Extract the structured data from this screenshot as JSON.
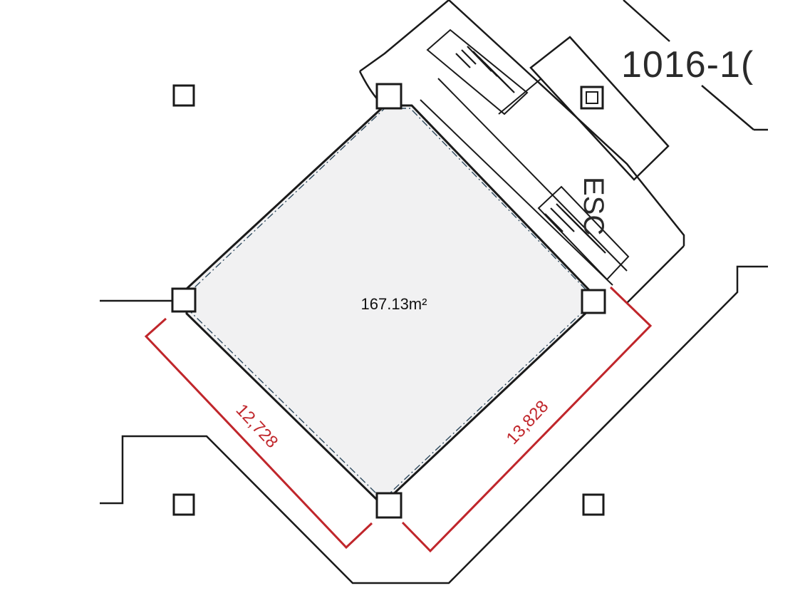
{
  "area_label": "167.13m²",
  "room_number": "1016-1(",
  "escalator_label": "ESC",
  "dimensions": {
    "left": "12,728",
    "right": "13,828"
  },
  "colors": {
    "dimension": "#c0262b",
    "floor_fill": "#f1f1f2",
    "outline": "#1a1a1a"
  }
}
